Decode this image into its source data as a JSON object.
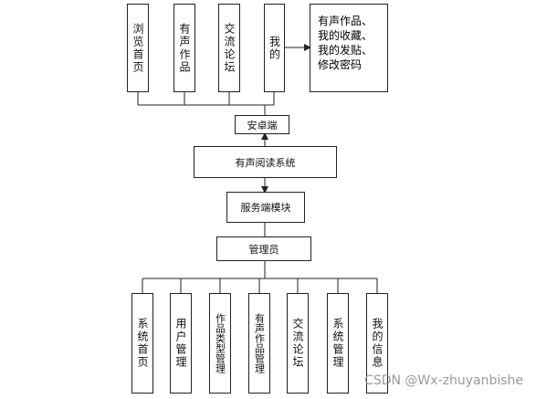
{
  "top_nodes": [
    "浏览首页",
    "有声作品",
    "交流论坛",
    "我的"
  ],
  "my_detail": [
    "有声作品、",
    "我的收藏、",
    "我的发贴、",
    "修改密码"
  ],
  "android": "安卓端",
  "system": "有声阅读系统",
  "server": "服务端模块",
  "admin": "管理员",
  "bottom_nodes": [
    "系统首页",
    "用户管理",
    "作品类型管理",
    "有声作品管理",
    "交流论坛",
    "系统管理",
    "我的信息"
  ],
  "watermark": "CSDN @Wx-zhuyanbishe"
}
